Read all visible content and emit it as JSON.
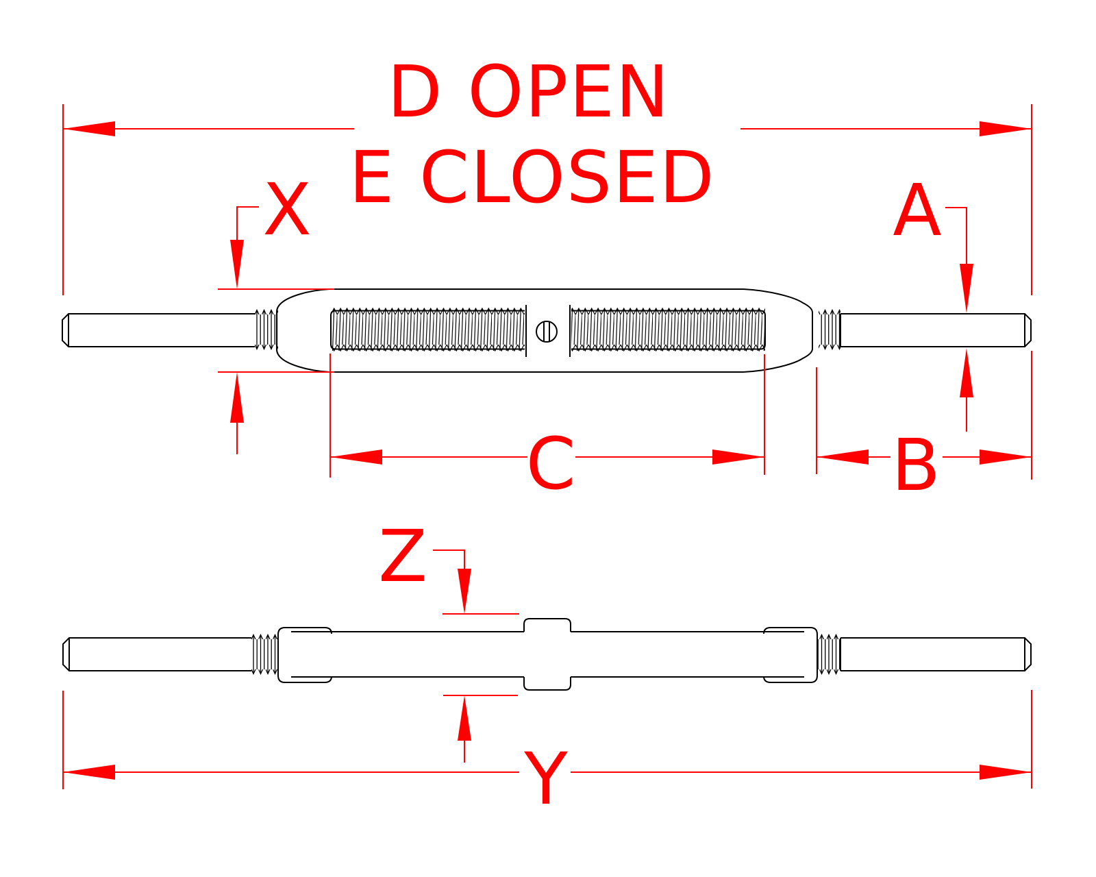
{
  "title": {
    "line1": "D OPEN",
    "line2": "E CLOSED"
  },
  "dimension_labels": {
    "x": "X",
    "a": "A",
    "c": "C",
    "b": "B",
    "z": "Z",
    "y": "Y"
  },
  "colors": {
    "dimension": "#FF0000",
    "outline": "#000000",
    "background": "#FFFFFF"
  }
}
